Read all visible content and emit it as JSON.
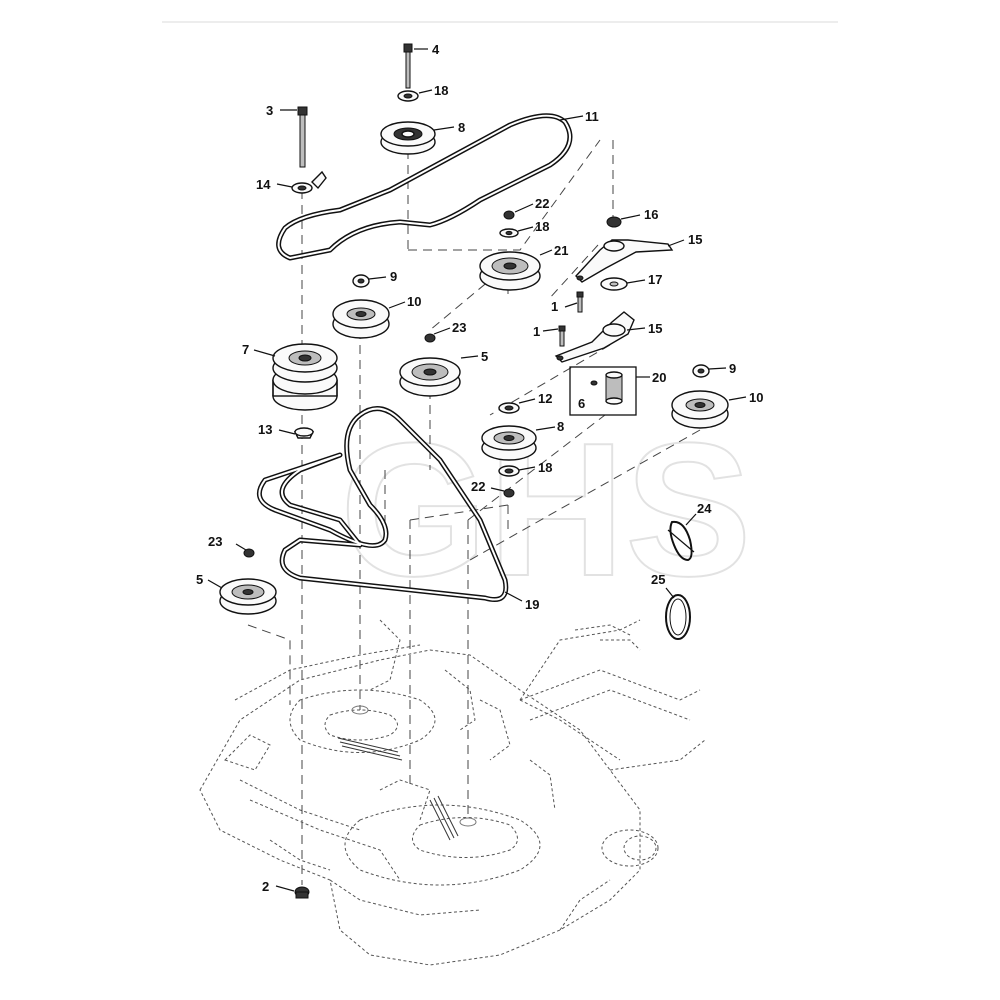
{
  "watermark": "GHS",
  "callouts": [
    {
      "id": "c-4",
      "text": "4"
    },
    {
      "id": "c-18a",
      "text": "18"
    },
    {
      "id": "c-3",
      "text": "3"
    },
    {
      "id": "c-8a",
      "text": "8"
    },
    {
      "id": "c-11",
      "text": "11"
    },
    {
      "id": "c-14",
      "text": "14"
    },
    {
      "id": "c-22a",
      "text": "22"
    },
    {
      "id": "c-18b",
      "text": "18"
    },
    {
      "id": "c-16",
      "text": "16"
    },
    {
      "id": "c-15a",
      "text": "15"
    },
    {
      "id": "c-21",
      "text": "21"
    },
    {
      "id": "c-9a",
      "text": "9"
    },
    {
      "id": "c-17",
      "text": "17"
    },
    {
      "id": "c-10a",
      "text": "10"
    },
    {
      "id": "c-1a",
      "text": "1"
    },
    {
      "id": "c-23a",
      "text": "23"
    },
    {
      "id": "c-1b",
      "text": "1"
    },
    {
      "id": "c-15b",
      "text": "15"
    },
    {
      "id": "c-7",
      "text": "7"
    },
    {
      "id": "c-5a",
      "text": "5"
    },
    {
      "id": "c-20",
      "text": "20"
    },
    {
      "id": "c-9b",
      "text": "9"
    },
    {
      "id": "c-6",
      "text": "6"
    },
    {
      "id": "c-12",
      "text": "12"
    },
    {
      "id": "c-10b",
      "text": "10"
    },
    {
      "id": "c-13",
      "text": "13"
    },
    {
      "id": "c-8b",
      "text": "8"
    },
    {
      "id": "c-18c",
      "text": "18"
    },
    {
      "id": "c-22b",
      "text": "22"
    },
    {
      "id": "c-24",
      "text": "24"
    },
    {
      "id": "c-23b",
      "text": "23"
    },
    {
      "id": "c-5b",
      "text": "5"
    },
    {
      "id": "c-19",
      "text": "19"
    },
    {
      "id": "c-25",
      "text": "25"
    },
    {
      "id": "c-2",
      "text": "2"
    }
  ]
}
